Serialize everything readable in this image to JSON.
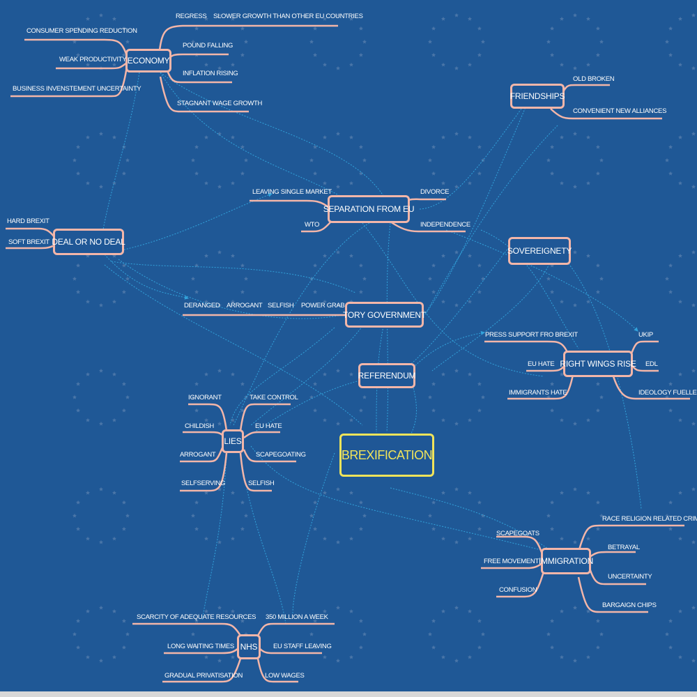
{
  "colors": {
    "background": "#1f5896",
    "branch": "#f3b6a9",
    "central": "#f1e45a",
    "link": "#36b1e8",
    "star": "#6f8fb8"
  },
  "central": "BREXIFICATION",
  "nodes": {
    "economy": "ECONOMY",
    "friendships": "FRIENDSHIPS",
    "separation": "SEPARATION FROM EU",
    "deal": "DEAL OR NO DEAL",
    "sovereignty": "SOVEREIGNETY",
    "tory": "TORY GOVERNMENT",
    "referendum": "REFERENDUM",
    "rightwing": "RIGHT WINGS RISE",
    "lies": "LIES",
    "immigration": "IMMIGRATION",
    "nhs": "NHS"
  },
  "labels": {
    "economy": {
      "regress": "REGRESS",
      "slower": "SLOWER GROWTH THAN OTHER EU COUNTRIES",
      "consumer": "CONSUMER SPENDING REDUCTION",
      "pound": "POUND FALLING",
      "weak": "WEAK PRODUCTIVITY",
      "inflation": "INFLATION RISING",
      "business": "BUSINESS INVENSTEMENT UNCERTAINTY",
      "wage": "STAGNANT WAGE  GROWTH"
    },
    "friendships": {
      "old": "OLD BROKEN",
      "new": "CONVENIENT NEW ALLIANCES"
    },
    "separation": {
      "single": "LEAVING SINGLE MARKET",
      "divorce": "DIVORCE",
      "wto": "WTO",
      "independence": "INDEPENDENCE"
    },
    "deal": {
      "hard": "HARD BREXIT",
      "soft": "SOFT BREXIT"
    },
    "tory": {
      "deranged": "DERANGED",
      "arrogant": "ARROGANT",
      "selfish": "SELFISH",
      "power": "POWER GRAB"
    },
    "rightwing": {
      "press": "PRESS SUPPORT FRO BREXIT",
      "ukip": "UKIP",
      "euhate": "EU HATE",
      "edl": "EDL",
      "immhate": "IMMIGRANTS HATE",
      "ideology": "IDEOLOGY FUELLED"
    },
    "lies": {
      "ignorant": "IGNORANT",
      "takecontrol": "TAKE CONTROL",
      "childish": "CHILDISH",
      "euhate": "EU HATE",
      "arrogant": "ARROGANT",
      "scapegoating": "SCAPEGOATING",
      "selfserving": "SELFSERVING",
      "selfish": "SELFISH"
    },
    "immigration": {
      "race": "RACE RELIGION RELATED CRIME",
      "scapegoats": "SCAPEGOATS",
      "betrayal": "BETRAYAL",
      "freemovement": "FREE MOVEMENT",
      "uncertainty": "UNCERTAINTY",
      "confusion": "CONFUSION",
      "bargain": "BARGAIGN CHIPS"
    },
    "nhs": {
      "scarcity": "SCARCITY OF ADEQUATE RESOURCES",
      "million": "350 MILLION A WEEK",
      "waiting": "LONG WAITING TIMES",
      "euStaff": "EU STAFF LEAVING",
      "privatisation": "GRADUAL PRIVATISATION",
      "wages": "LOW WAGES"
    }
  }
}
